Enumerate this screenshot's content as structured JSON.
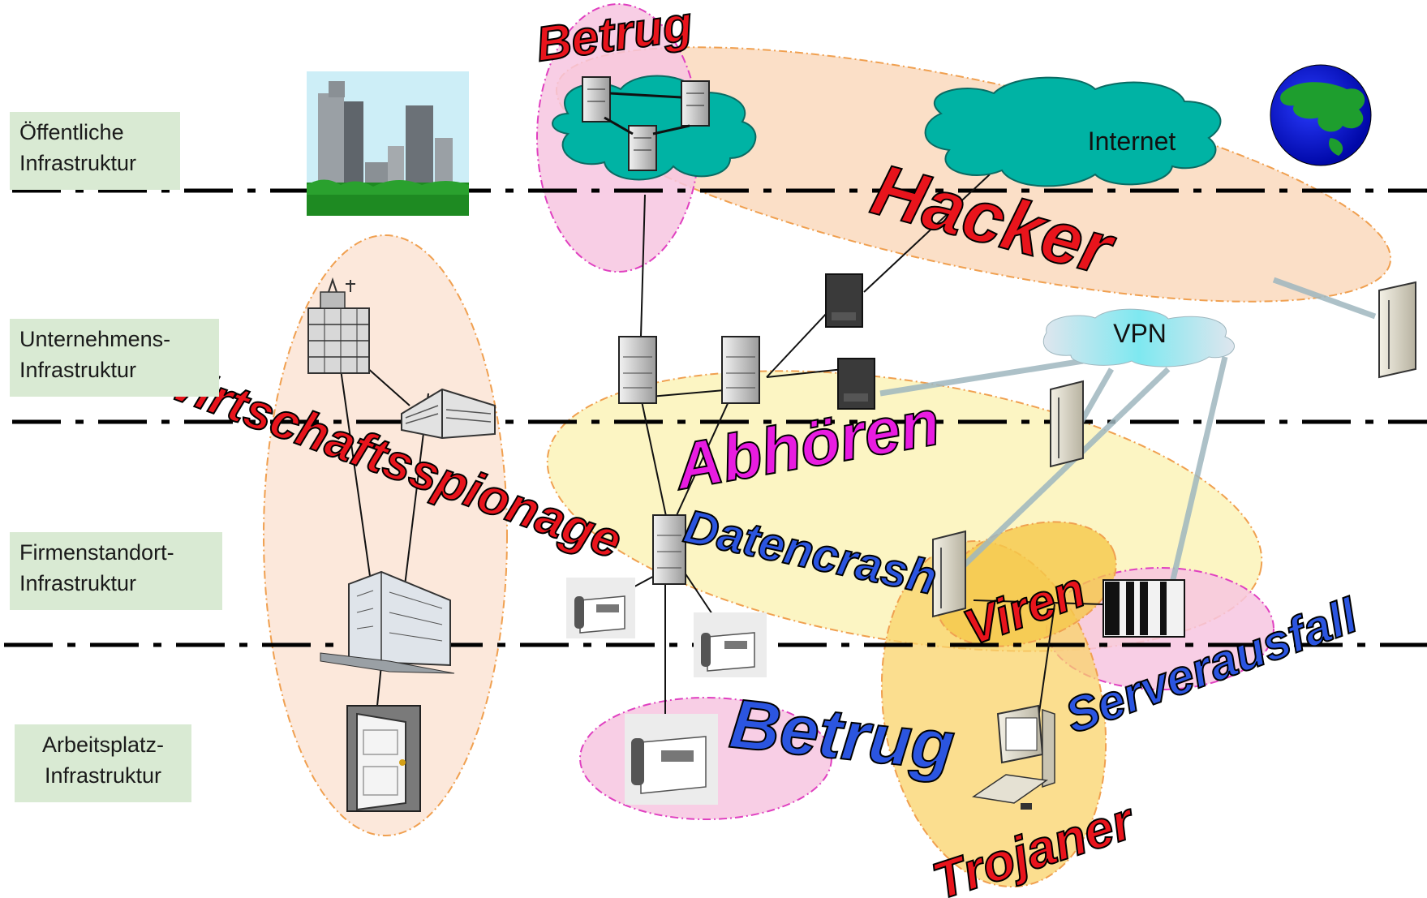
{
  "layers": [
    {
      "line1": "Öffentliche",
      "line2": "Infrastruktur"
    },
    {
      "line1": "Unternehmens-",
      "line2": "Infrastruktur"
    },
    {
      "line1": "Firmenstandort-",
      "line2": "Infrastruktur"
    },
    {
      "line1": "Arbeitsplatz-",
      "line2": "Infrastruktur"
    }
  ],
  "clouds": {
    "internet": "Internet",
    "vpn": "VPN"
  },
  "threats": {
    "betrug_top": "Betrug",
    "hacker": "Hacker",
    "wirtschaftsspionage": "Wirtschaftsspionage",
    "abhoeren": "Abhören",
    "datencrash": "Datencrash",
    "viren": "Viren",
    "serverausfall": "Serverausfall",
    "betrug_bottom": "Betrug",
    "trojaner": "Trojaner"
  },
  "colors": {
    "threat_red": "#e8141c",
    "threat_blue": "#2b55e0",
    "threat_magenta": "#e81ce0",
    "cloud_teal": "#00b3a4",
    "vpn_cyan": "#7ee8f0",
    "label_bg": "#d9ead3",
    "zone_hacker": "#fad9bd",
    "zone_pink": "#f7c6e0",
    "zone_yellow": "#fbf3b8",
    "zone_orange": "#f9d36a"
  }
}
